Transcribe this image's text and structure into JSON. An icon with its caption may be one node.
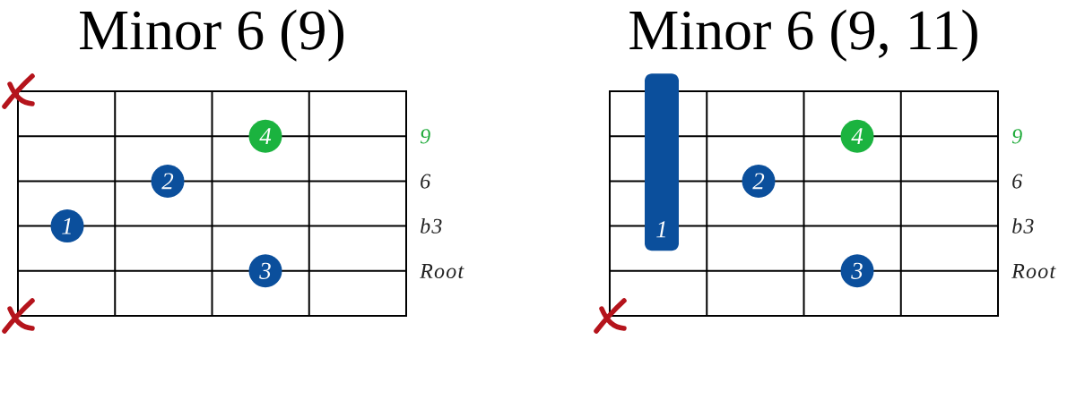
{
  "diagram": {
    "nodes": [
      {
        "text": [
          "Minor 6 (9)"
        ],
        "beside": [
          "9",
          "6",
          "b3",
          "Root"
        ]
      },
      {
        "text": [
          "4"
        ],
        "in": 0
      },
      {
        "text": [
          "2"
        ],
        "in": 0
      },
      {
        "text": [
          "1"
        ],
        "in": 0
      },
      {
        "text": [
          "3"
        ],
        "in": 0
      },
      {
        "text": [
          "Minor 6 (9, 11)"
        ],
        "beside": [
          "9",
          "6",
          "b3",
          "Root"
        ]
      },
      {
        "text": [
          "1"
        ],
        "in": 5
      },
      {
        "text": [
          "4"
        ],
        "in": 5
      },
      {
        "text": [
          "2"
        ],
        "in": 5
      },
      {
        "text": [
          "3"
        ],
        "in": 5
      }
    ]
  }
}
